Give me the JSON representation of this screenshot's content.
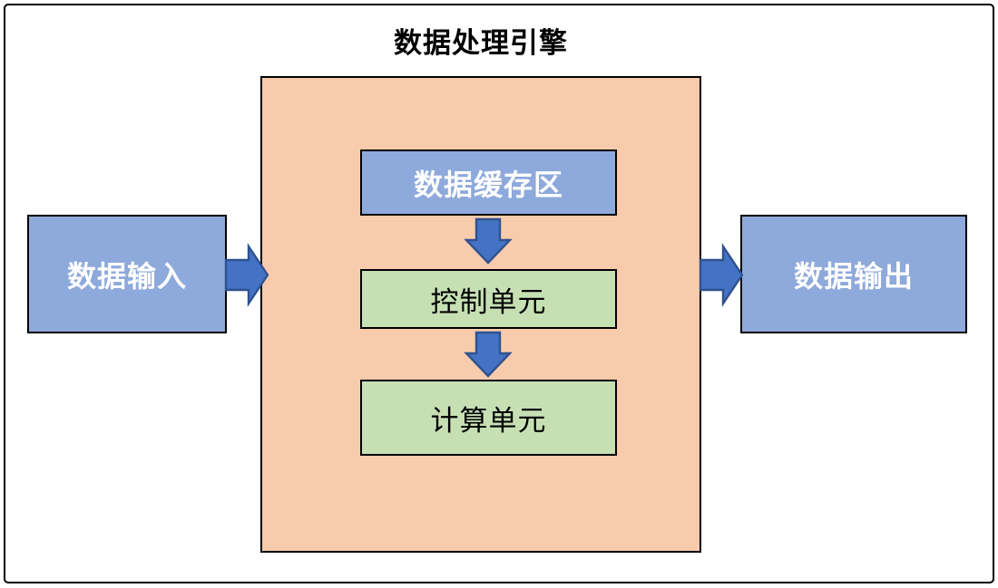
{
  "title": "数据处理引擎",
  "nodes": {
    "input": "数据输入",
    "buffer": "数据缓存区",
    "control": "控制单元",
    "compute": "计算单元",
    "output": "数据输出"
  },
  "arrows": [
    {
      "from": "input",
      "to": "engine-container",
      "direction": "right"
    },
    {
      "from": "buffer",
      "to": "control",
      "direction": "down"
    },
    {
      "from": "control",
      "to": "compute",
      "direction": "down"
    },
    {
      "from": "engine-container",
      "to": "output",
      "direction": "right"
    }
  ],
  "colors": {
    "node_blue_fill": "#8EA9DB",
    "node_green_fill": "#C6E0B4",
    "container_orange": "#F8CBAD",
    "arrow_fill": "#4472C4",
    "arrow_stroke": "#2F528F",
    "box_border": "#000000",
    "text_light": "#FFFFFF",
    "text_dark": "#000000"
  }
}
